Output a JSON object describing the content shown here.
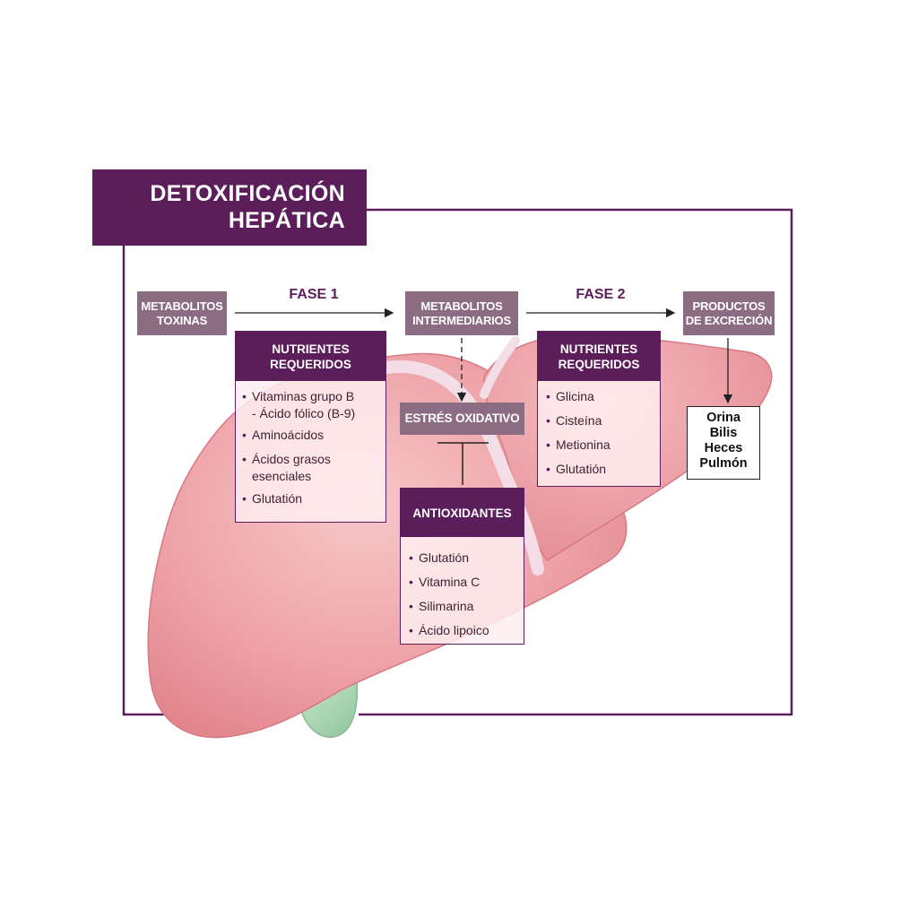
{
  "title": {
    "line1": "DETOXIFICACIÓN",
    "line2": "HEPÁTICA"
  },
  "flow": {
    "start": {
      "line1": "METABOLITOS",
      "line2": "TOXINAS"
    },
    "phase1": "FASE 1",
    "middle": {
      "line1": "METABOLITOS",
      "line2": "INTERMEDIARIOS"
    },
    "phase2": "FASE 2",
    "end": {
      "line1": "PRODUCTOS",
      "line2": "DE EXCRECIÓN"
    }
  },
  "phase1_nutrients": {
    "heading": {
      "line1": "NUTRIENTES",
      "line2": "REQUERIDOS"
    },
    "items": [
      "Vitaminas grupo B\n- Ácido fólico (B-9)",
      "Aminoácidos",
      "Ácidos grasos\nesenciales",
      "Glutatión"
    ]
  },
  "oxidative_stress": "ESTRÉS OXIDATIVO",
  "antioxidants": {
    "heading": "ANTIOXIDANTES",
    "items": [
      "Glutatión",
      "Vitamina C",
      "Silimarina",
      "Ácido lipoico"
    ]
  },
  "phase2_nutrients": {
    "heading": {
      "line1": "NUTRIENTES",
      "line2": "REQUERIDOS"
    },
    "items": [
      "Glicina",
      "Cisteína",
      "Metionina",
      "Glutatión"
    ]
  },
  "excretion": [
    "Orina",
    "Bilis",
    "Heces",
    "Pulmón"
  ],
  "colors": {
    "brand_purple": "#5b1e5b",
    "label_mauve": "#8c6c83",
    "liver_pink": "#e99aa0",
    "gallbladder_green": "#a9d3b2"
  },
  "icons": [
    "liver-illustration",
    "gallbladder-illustration"
  ]
}
